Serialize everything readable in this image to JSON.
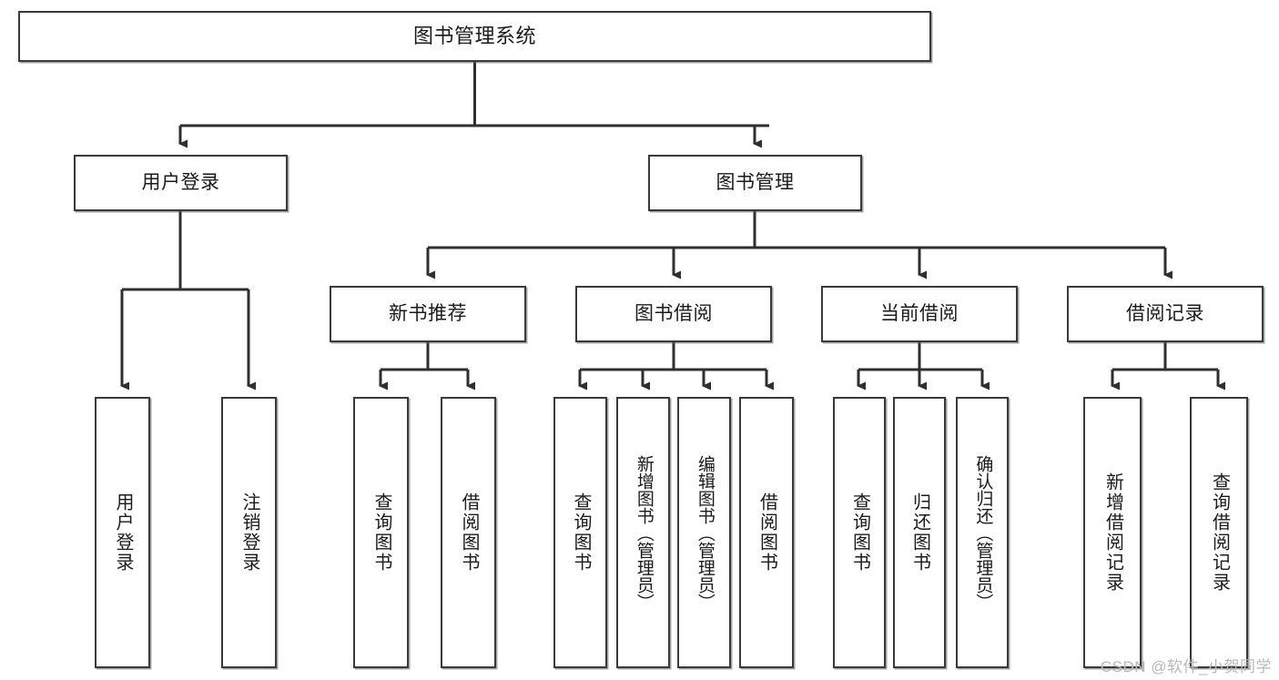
{
  "diagram": {
    "title": "图书管理系统",
    "type": "function-structure-tree",
    "watermark": "CSDN @软件_小贺同学",
    "colors": {
      "box_border": "#3a3a3a",
      "box_fill": "#ffffff",
      "connector": "#2f2f2f",
      "text": "#1b1b1b",
      "watermark": "#b9b9b9",
      "background": "#ffffff"
    },
    "levels": {
      "root": {
        "label": "图书管理系统"
      },
      "level2": [
        {
          "id": "user-login",
          "label": "用户登录"
        },
        {
          "id": "book-manage",
          "label": "图书管理"
        }
      ],
      "level3": [
        {
          "id": "new-book-recommend",
          "label": "新书推荐",
          "parent": "book-manage"
        },
        {
          "id": "book-borrow",
          "label": "图书借阅",
          "parent": "book-manage"
        },
        {
          "id": "current-borrow",
          "label": "当前借阅",
          "parent": "book-manage"
        },
        {
          "id": "borrow-record",
          "label": "借阅记录",
          "parent": "book-manage"
        }
      ],
      "leaves": [
        {
          "id": "leaf-user-login",
          "label": "用户登录",
          "parent": "user-login"
        },
        {
          "id": "leaf-logout-login",
          "label": "注销登录",
          "parent": "user-login"
        },
        {
          "id": "leaf-query-book-1",
          "label": "查询图书",
          "parent": "new-book-recommend"
        },
        {
          "id": "leaf-borrow-book-1",
          "label": "借阅图书",
          "parent": "new-book-recommend"
        },
        {
          "id": "leaf-query-book-2",
          "label": "查询图书",
          "parent": "book-borrow"
        },
        {
          "id": "leaf-add-book",
          "label": "新增图书（管理员）",
          "parent": "book-borrow"
        },
        {
          "id": "leaf-edit-book",
          "label": "编辑图书（管理员）",
          "parent": "book-borrow"
        },
        {
          "id": "leaf-borrow-book-2",
          "label": "借阅图书",
          "parent": "book-borrow"
        },
        {
          "id": "leaf-query-book-3",
          "label": "查询图书",
          "parent": "current-borrow"
        },
        {
          "id": "leaf-return-book",
          "label": "归还图书",
          "parent": "current-borrow"
        },
        {
          "id": "leaf-confirm-return",
          "label": "确认归还（管理员）",
          "parent": "current-borrow"
        },
        {
          "id": "leaf-add-record",
          "label": "新增借阅记录",
          "parent": "borrow-record"
        },
        {
          "id": "leaf-query-record",
          "label": "查询借阅记录",
          "parent": "borrow-record"
        }
      ]
    }
  }
}
